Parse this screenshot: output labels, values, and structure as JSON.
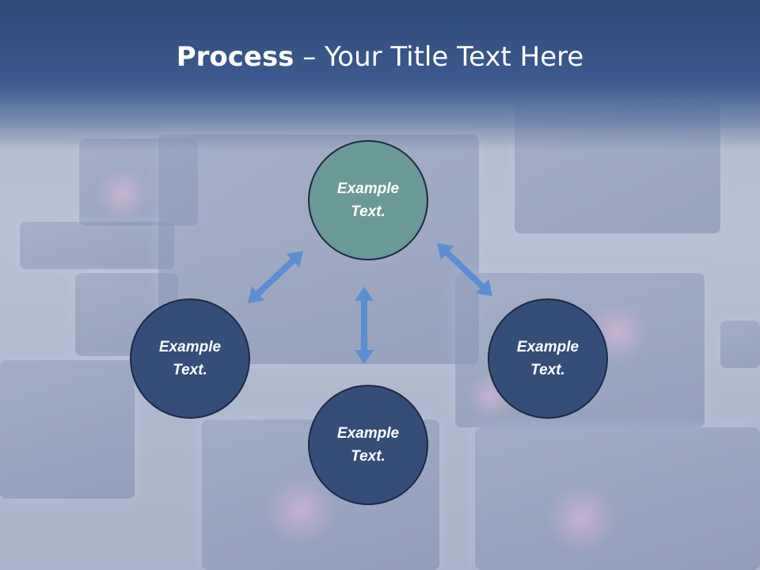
{
  "slide": {
    "title_bold": "Process",
    "title_rest": " – Your Title Text Here"
  },
  "diagram": {
    "nodes": [
      {
        "id": "top",
        "label": "Example\nText.",
        "color": "#6a9a98"
      },
      {
        "id": "left",
        "label": "Example\nText.",
        "color": "#344e78"
      },
      {
        "id": "right",
        "label": "Example\nText.",
        "color": "#344e78"
      },
      {
        "id": "bottom",
        "label": "Example\nText.",
        "color": "#344e78"
      }
    ],
    "arrow_color": "#5b8fd0"
  }
}
